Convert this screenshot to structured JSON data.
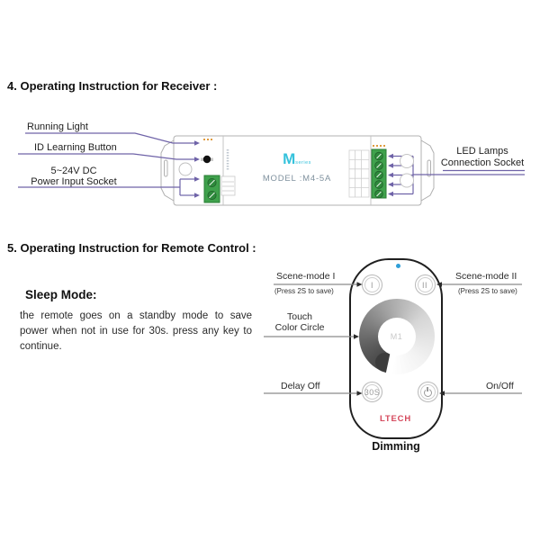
{
  "section4": {
    "heading": "4. Operating Instruction for Receiver :",
    "receiver": {
      "brand_m": "M",
      "brand_series": "series",
      "model_text": "MODEL :M4-5A",
      "labels": {
        "running_light": "Running Light",
        "id_learning": "ID Learning Button",
        "power_line1": "5~24V DC",
        "power_line2": "Power Input Socket",
        "led_lamps_line1": "LED Lamps",
        "led_lamps_line2": "Connection Socket"
      }
    }
  },
  "section5": {
    "heading": "5. Operating Instruction for Remote Control :",
    "sleep_mode_title": "Sleep Mode:",
    "sleep_mode_body": "the remote goes on a standby mode to save power when not in use for 30s. press any key to continue.",
    "remote": {
      "labels": {
        "scene1": "Scene-mode I",
        "scene1_sub": "(Press 2S to save)",
        "scene2": "Scene-mode II",
        "scene2_sub": "(Press 2S to save)",
        "touch_line1": "Touch",
        "touch_line2": "Color Circle",
        "delay": "Delay Off",
        "onoff": "On/Off",
        "caption": "Dimming"
      },
      "buttons": {
        "scene1_glyph": "I",
        "scene2_glyph": "II",
        "delay_glyph": "30S"
      },
      "center_text": "M1",
      "brand": "LTECH"
    }
  },
  "colors": {
    "leader_purple": "#6f63a8",
    "terminal_green": "#3fa14c",
    "brand_cyan": "#35c2dc",
    "ltech_red": "#d5485c",
    "led_blue": "#2f9fd8"
  }
}
